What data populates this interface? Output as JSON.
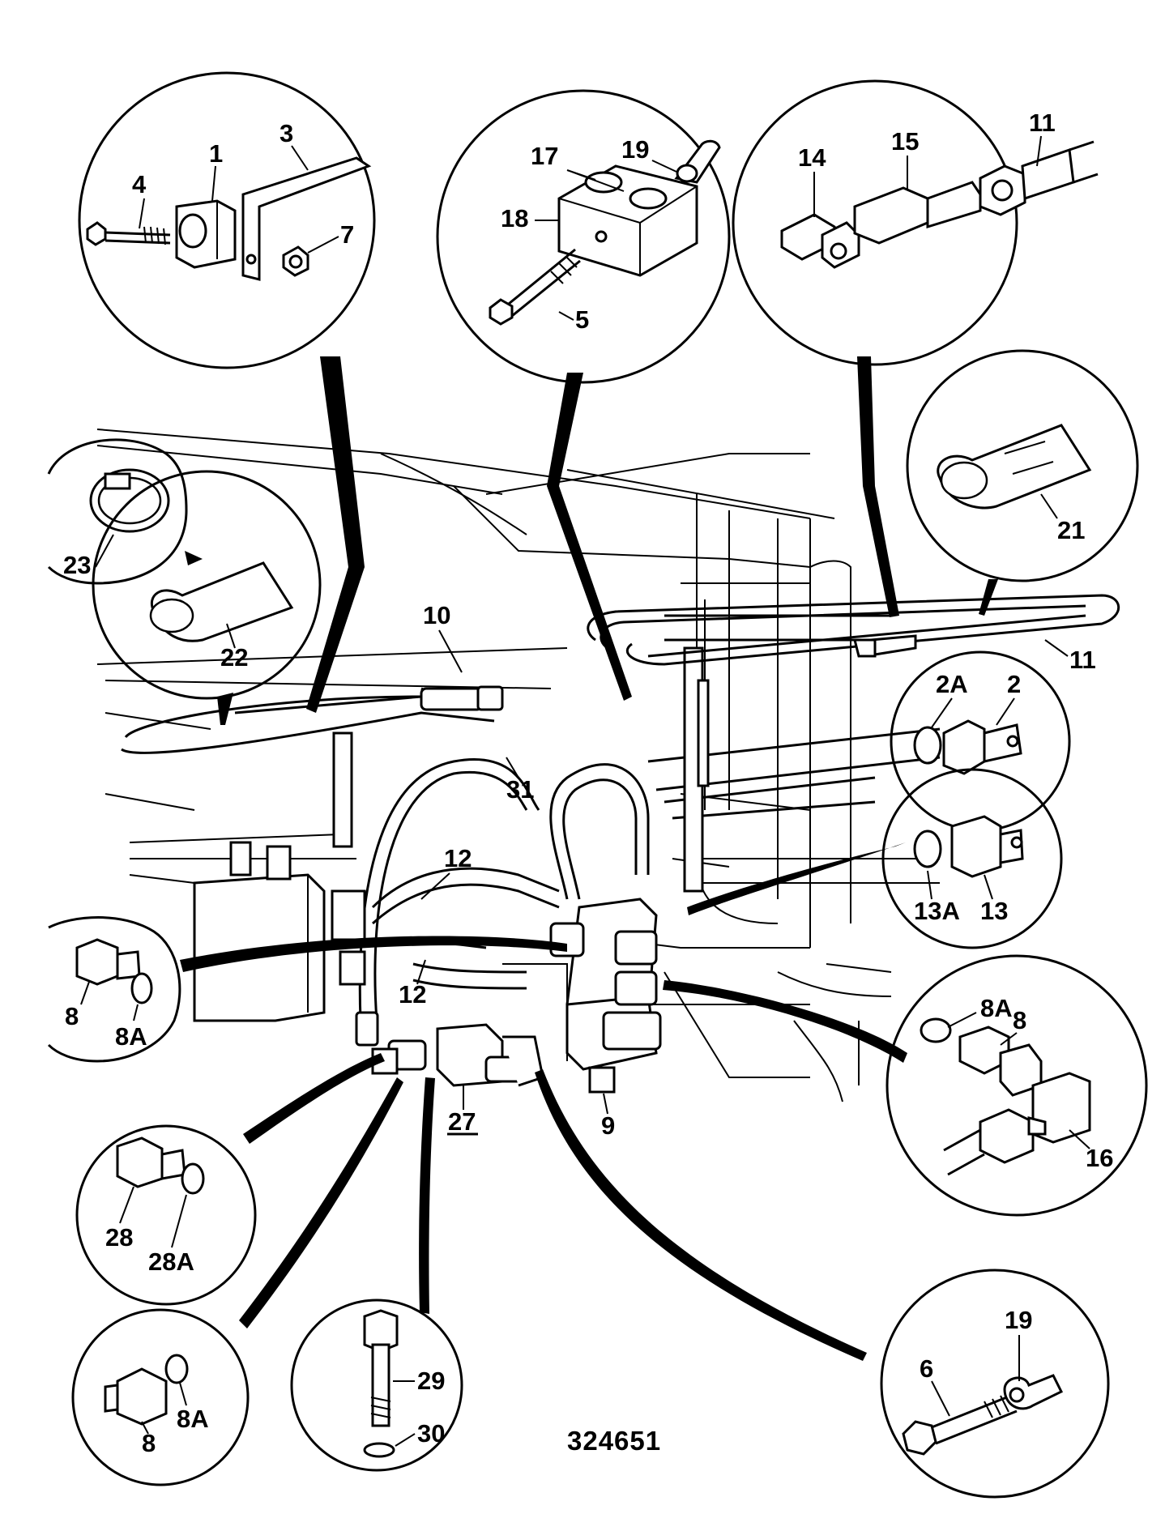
{
  "drawing_number": "324651",
  "labels": {
    "l1": "1",
    "l3": "3",
    "l4": "4",
    "l7": "7",
    "l17": "17",
    "l19a": "19",
    "l18": "18",
    "l5": "5",
    "l14": "14",
    "l15": "15",
    "l11a": "11",
    "l23": "23",
    "l22": "22",
    "l10": "10",
    "l21": "21",
    "l11b": "11",
    "l2A": "2A",
    "l2": "2",
    "l31": "31",
    "l12a": "12",
    "l12b": "12",
    "l13A": "13A",
    "l13": "13",
    "l8a": "8",
    "l8Aa": "8A",
    "l8Ab": "8A",
    "l8b": "8",
    "l16": "16",
    "l27": "27",
    "l9": "9",
    "l28": "28",
    "l28A": "28A",
    "l8c": "8",
    "l8Ac": "8A",
    "l29": "29",
    "l30": "30",
    "l6": "6",
    "l19b": "19"
  }
}
